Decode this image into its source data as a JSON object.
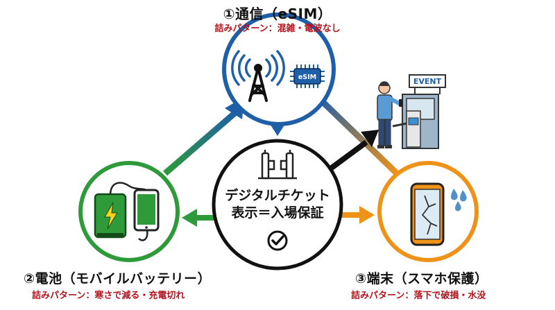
{
  "nodes": {
    "comm": {
      "title": "①通信（eSIM）",
      "pattern": "詰みパターン：混雑・電波なし",
      "chip_label": "eSIM",
      "color": "#1f5fa8"
    },
    "battery": {
      "title": "②電池（モバイルバッテリー）",
      "pattern": "詰みパターン：寒さで減る・充電切れ",
      "color": "#2e9a3a"
    },
    "device": {
      "title": "③端末（スマホ保護）",
      "pattern": "詰みパターン：落下で破損・水没",
      "color": "#ef9318"
    }
  },
  "center": {
    "line1": "デジタルチケット",
    "line2": "表示＝入場保証"
  },
  "gate": {
    "sign": "EVENT"
  }
}
